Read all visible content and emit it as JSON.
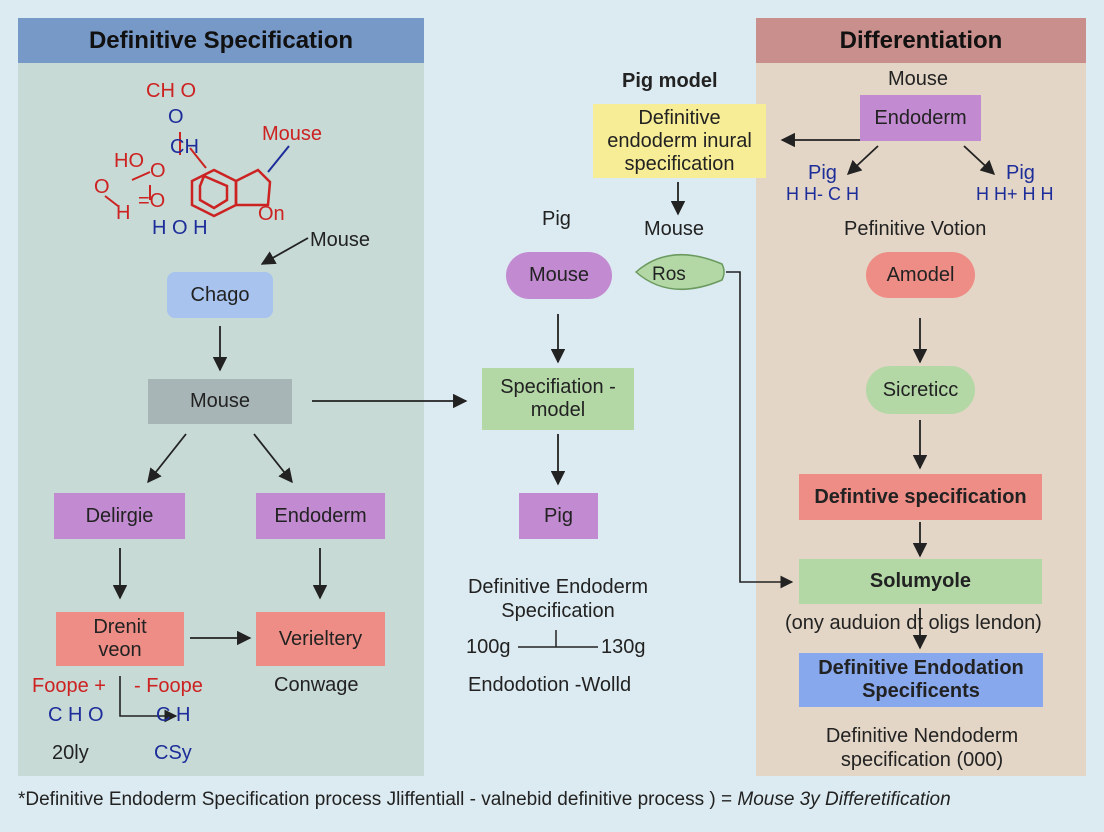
{
  "left_panel": {
    "header": "Definitive Specification",
    "molecule": {
      "ch_o": "CH O",
      "o1": "O",
      "ch": "CH",
      "ho": "HO",
      "o2": "O",
      "o3": "O",
      "eq_o": "=O",
      "o4": "O",
      "h1": "H",
      "h_o_h": "H O H",
      "mouse_label": "Mouse",
      "on": "On"
    },
    "mouse_label_2": "Mouse",
    "chago": "Chago",
    "mouse_box": "Mouse",
    "delirgie": "Delirgie",
    "endoderm": "Endoderm",
    "drenit_veon": "Drenit veon",
    "verieltery": "Verieltery",
    "foope_left": "Foope +",
    "foope_right": "- Foope",
    "conwage": "Conwage",
    "c_h_o": "C H O",
    "c_h": "C H",
    "twenty_ly": "20ly",
    "csy": "CSy"
  },
  "middle": {
    "pig_model": "Pig model",
    "def_endoderm_box": "Definitive endoderm inural specification",
    "mouse_label": "Mouse",
    "ros": "Ros",
    "pig_label": "Pig",
    "mouse_pill": "Mouse",
    "specifiation_box": "Specifiation - model",
    "pig_box": "Pig",
    "def_endo_spec": "Definitive Endoderm Specification",
    "scale_left": "100g",
    "scale_right": "130g",
    "endodotion": "Endodotion -Wolld"
  },
  "right_panel": {
    "header": "Differentiation",
    "mouse_label": "Mouse",
    "endoderm_box": "Endoderm",
    "pig_left": "Pig",
    "pig_right": "Pig",
    "formula_left": "H H- C H",
    "formula_right": "H H+ H H",
    "pefinitive_votion": "Pefinitive Votion",
    "amodel": "Amodel",
    "sicreticc": "Sicreticc",
    "defintive_spec": "Defintive specification",
    "solumyole": "Solumyole",
    "ony_aduion": "(ony auduion dt oligs lendon)",
    "def_endodation": "Definitive Endodation Specificents",
    "def_nendoderm": "Definitive Nendoderm specification (000)"
  },
  "caption": {
    "main": "*Definitive Endoderm Specification process Jliffentiall - valnebid definitive process ) = ",
    "italic": "Mouse 3y Differetification"
  },
  "colors": {
    "blue_box": "#a7c3ee",
    "grey_box": "#a8b5b6",
    "purple_box": "#c28ad0",
    "red_box": "#ee8d85",
    "green_box": "#b3d8a6",
    "yellow_box": "#f7ed96",
    "dark_blue_box": "#88a8ee"
  }
}
